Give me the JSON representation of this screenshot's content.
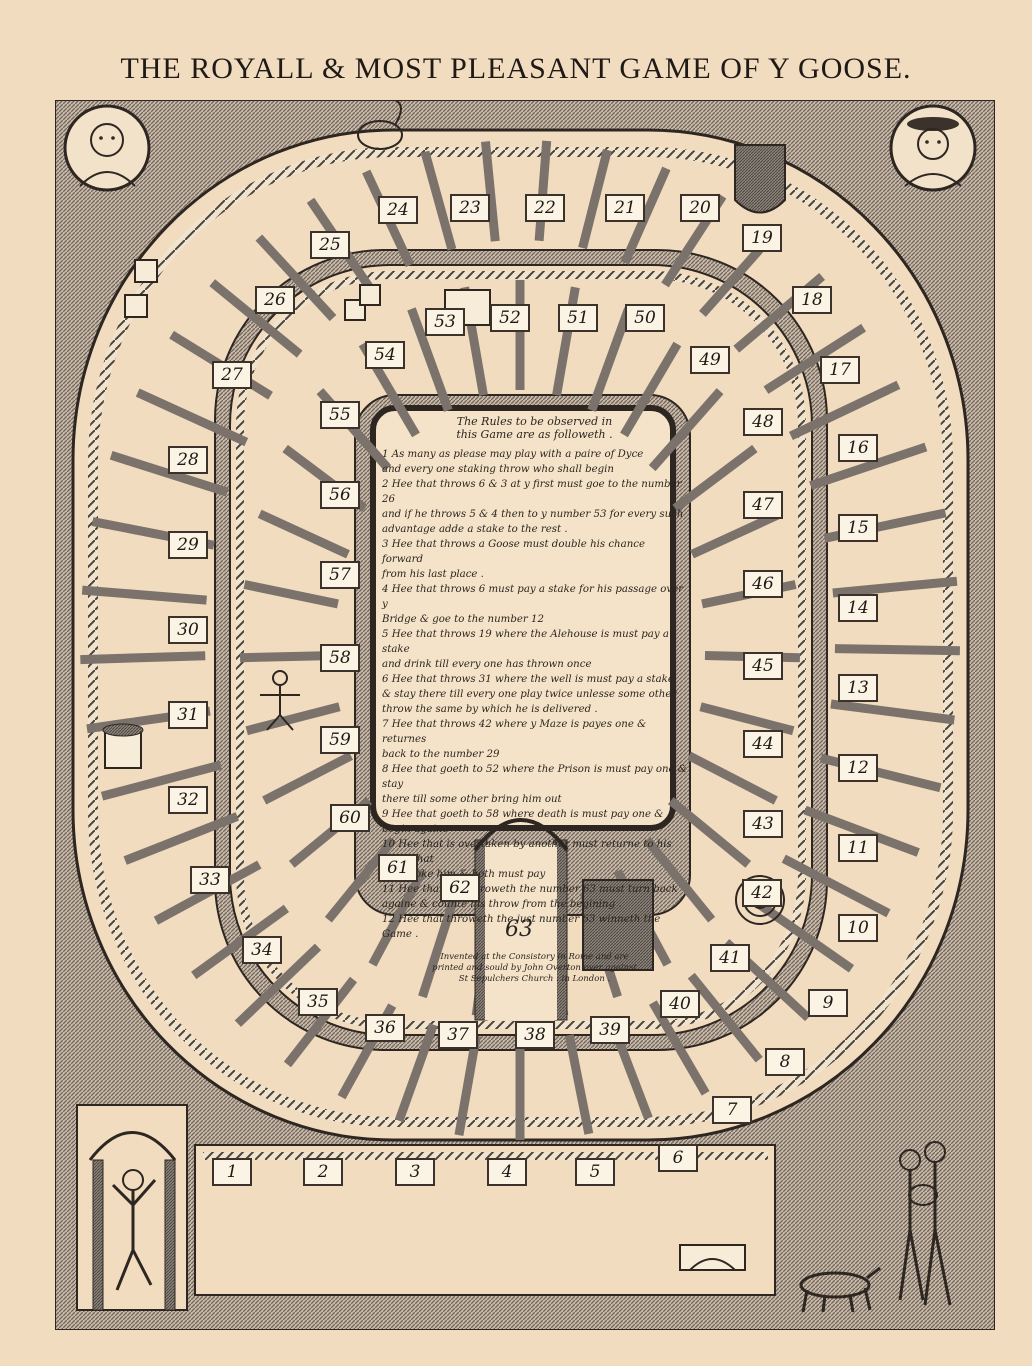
{
  "title": "THE ROYALL & MOST PLEASANT GAME OF Y GOOSE.",
  "rules": {
    "heading": [
      "The Rules to be observed in",
      "this Game are as followeth ."
    ],
    "lines": [
      "1 As many as please may play with a paire of Dyce",
      "  and every one staking throw who shall begin",
      "2 Hee that throws 6 & 3 at y first must goe to the number 26",
      "and if he throws 5 & 4 then to y number 53 for every such",
      "advantage adde a stake to the rest .",
      "3 Hee that throws a Goose must double his chance forward",
      "from his last place .",
      "4 Hee that throws 6 must pay a stake for his passage over y",
      "Bridge & goe to the number 12",
      "5 Hee that throws 19 where the Alehouse is must pay a stake",
      "and drink till every one has thrown once",
      "6 Hee that throws 31 where the well is must pay a stake",
      "& stay there till every one play twice unlesse some other",
      "throw the same by which he is delivered .",
      "7 Hee that throws 42 where y Maze is payes one & returnes",
      "back to the number 29",
      "8 Hee that goeth to 52 where the Prison is must pay one & stay",
      "there till some other bring him out",
      "9 Hee that goeth to 58 where death is must pay one & begin againe",
      "10 Hee that is overtaken by another must returne to his place that",
      "overtooke him & both must pay",
      "11 Hee that overthroweth the number 63 must turn back",
      "againe & counte his throw from the begining .",
      "12 Hee that throweth the just number 63 winneth the Game ."
    ],
    "imprint": [
      "Invented at the Consistory in Rome and are",
      "printed and sould by John Overton over against",
      "St Sepulchers Church : in London ."
    ]
  },
  "final_square": "63",
  "squares": [
    "1",
    "2",
    "3",
    "4",
    "5",
    "6",
    "7",
    "8",
    "9",
    "10",
    "11",
    "12",
    "13",
    "14",
    "15",
    "16",
    "17",
    "18",
    "19",
    "20",
    "21",
    "22",
    "23",
    "24",
    "25",
    "26",
    "27",
    "28",
    "29",
    "30",
    "31",
    "32",
    "33",
    "34",
    "35",
    "36",
    "37",
    "38",
    "39",
    "40",
    "41",
    "42",
    "43",
    "44",
    "45",
    "46",
    "47",
    "48",
    "49",
    "50",
    "51",
    "52",
    "53",
    "54",
    "55",
    "56",
    "57",
    "58",
    "59",
    "60",
    "61",
    "62"
  ],
  "colors": {
    "paper": "#f1dcc0",
    "ink": "#2a2420",
    "hatch": "#7b736b",
    "cell": "#f7e6cc"
  },
  "icons": [
    "fool-portrait-icon",
    "cavalier-portrait-icon",
    "goose-icon",
    "dice-icon",
    "bridge-icon",
    "maze-icon",
    "well-icon",
    "inn-icon",
    "prison-icon",
    "skeleton-icon",
    "jester-icon",
    "musicians-icon",
    "dog-icon",
    "coat-of-arms-icon",
    "arch-icon"
  ]
}
